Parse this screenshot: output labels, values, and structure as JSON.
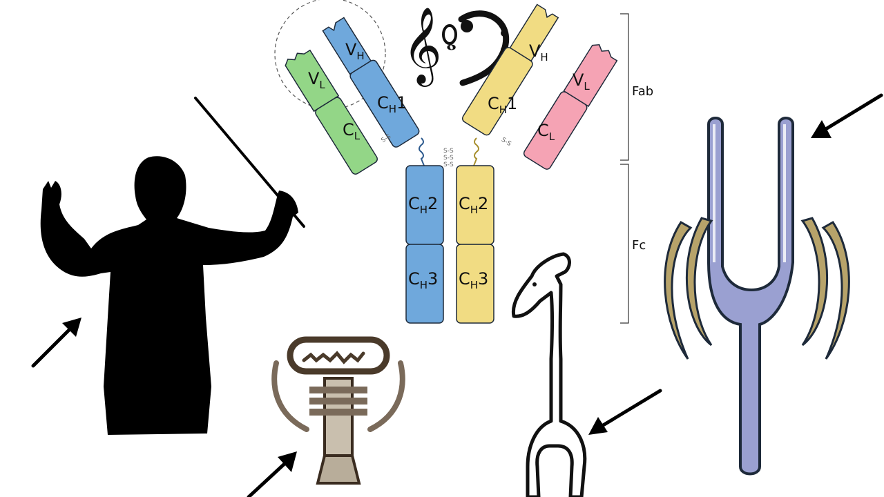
{
  "domains": {
    "vh": {
      "main": "V",
      "sub": "H"
    },
    "vl": {
      "main": "V",
      "sub": "L"
    },
    "ch1": {
      "main": "C",
      "sub": "H",
      "suffix": "1"
    },
    "cl": {
      "main": "C",
      "sub": "L"
    },
    "ch2": {
      "main": "C",
      "sub": "H",
      "suffix": "2"
    },
    "ch3": {
      "main": "C",
      "sub": "H",
      "suffix": "3"
    }
  },
  "disulfide_label": "S-S",
  "regions": {
    "fab": "Fab",
    "fc": "Fc"
  },
  "colors": {
    "heavy_left": "#6fa8dc",
    "heavy_right": "#f1dc83",
    "light_left": "#93d687",
    "light_right": "#f5a3b4",
    "tuning_fork": "#9aa0d1",
    "sound_waves": "#b7a36a",
    "outline": "#1e2a3a"
  },
  "icons": [
    "music-notes-icon",
    "conductor-silhouette",
    "ankh-djed-hieroglyph",
    "was-scepter-hieroglyph",
    "tuning-fork-icon",
    "arrow-icon"
  ]
}
